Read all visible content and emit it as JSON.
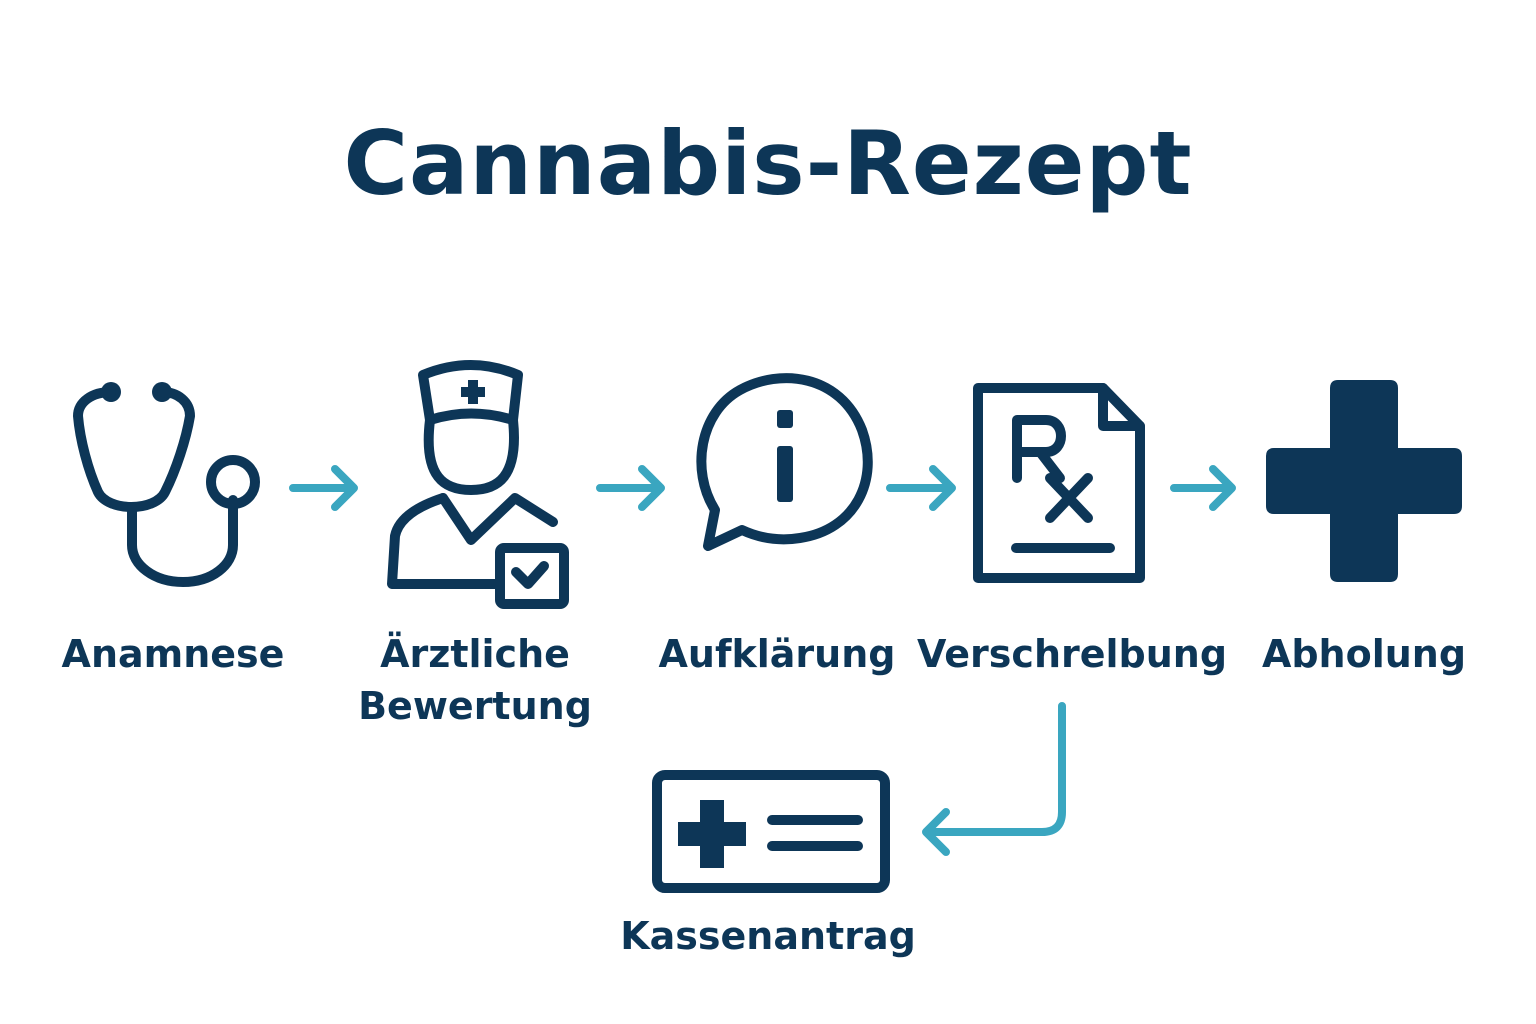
{
  "title": "Cannabis-Rezept",
  "colors": {
    "primary": "#0d3657",
    "arrow": "#3aa6c0",
    "background": "#ffffff"
  },
  "steps": [
    {
      "icon": "stethoscope-icon",
      "label_lines": [
        "Anamnese"
      ]
    },
    {
      "icon": "doctor-icon",
      "label_lines": [
        "Ärztliche",
        "Bewertung"
      ]
    },
    {
      "icon": "info-speech-bubble-icon",
      "label_lines": [
        "Aufklärung"
      ]
    },
    {
      "icon": "prescription-rx-icon",
      "label_lines": [
        "Verschrelbung"
      ]
    },
    {
      "icon": "medical-cross-icon",
      "label_lines": [
        "Abholung"
      ]
    }
  ],
  "branch": {
    "icon": "insurance-card-icon",
    "label": "Kassenantrag"
  }
}
